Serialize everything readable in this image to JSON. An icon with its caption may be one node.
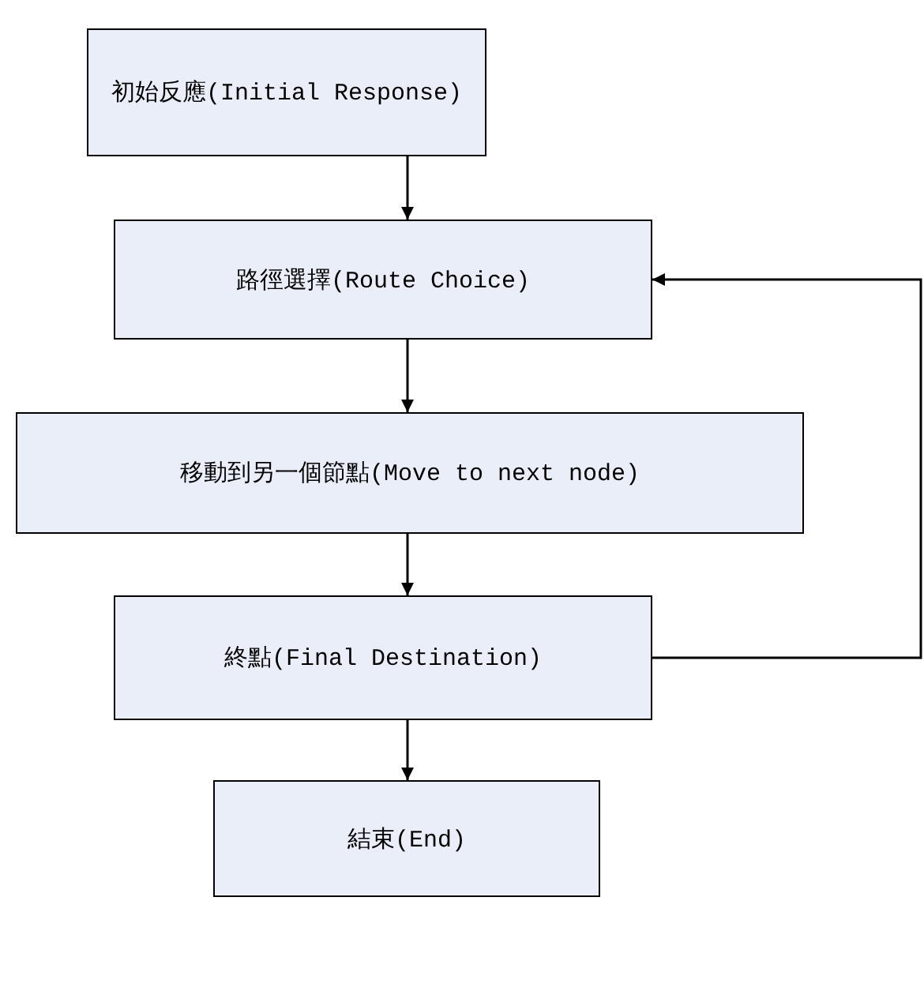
{
  "diagram": {
    "nodes": [
      {
        "text": [
          "初始反應(Initial Response)"
        ]
      },
      {
        "text": [
          "路徑選擇(Route Choice)"
        ]
      },
      {
        "text": [
          "移動到另一個節點(Move to next node)"
        ]
      },
      {
        "text": [
          "終點(Final Destination)"
        ]
      },
      {
        "text": [
          "結束(End)"
        ]
      }
    ],
    "edges": [
      {
        "from": 0,
        "to": 1,
        "arrow": "to"
      },
      {
        "from": 1,
        "to": 2,
        "arrow": "to"
      },
      {
        "from": 2,
        "to": 3,
        "arrow": "to"
      },
      {
        "from": 3,
        "to": 4,
        "arrow": "to"
      },
      {
        "from": 3,
        "to": 1,
        "arrow": "to"
      }
    ]
  }
}
